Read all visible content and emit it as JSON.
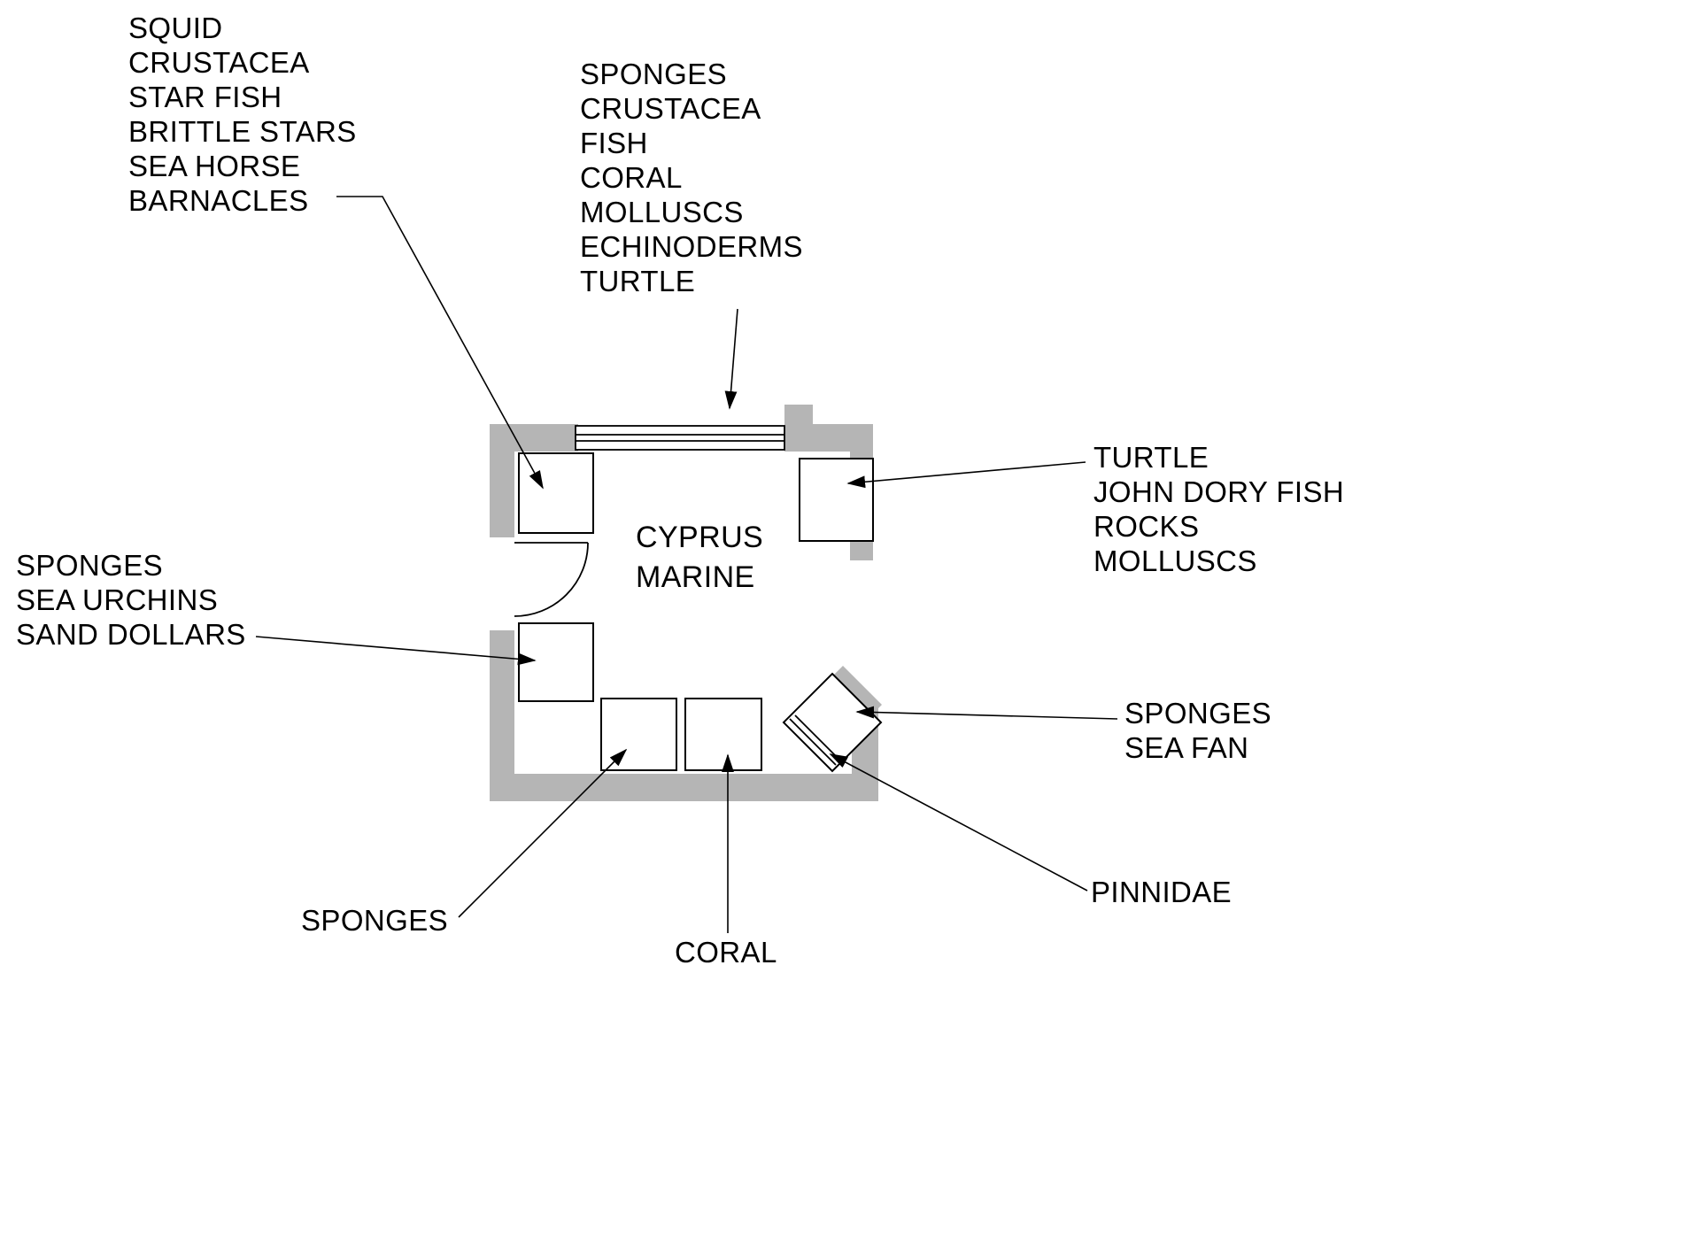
{
  "room_label": [
    "CYPRUS",
    "MARINE"
  ],
  "labels": {
    "upper_left": [
      "SQUID",
      "CRUSTACEA",
      "STAR FISH",
      "BRITTLE STARS",
      "SEA HORSE",
      "BARNACLES"
    ],
    "top_center": [
      "SPONGES",
      "CRUSTACEA",
      "FISH",
      "CORAL",
      "MOLLUSCS",
      "ECHINODERMS",
      "TURTLE"
    ],
    "right_upper": [
      "TURTLE",
      "JOHN DORY FISH",
      "ROCKS",
      "MOLLUSCS"
    ],
    "left_mid": [
      "SPONGES",
      "SEA URCHINS",
      "SAND DOLLARS"
    ],
    "right_lower": [
      "SPONGES",
      "SEA FAN"
    ],
    "pinnidae": [
      "PINNIDAE"
    ],
    "bottom_sponges": [
      "SPONGES"
    ],
    "bottom_coral": [
      "CORAL"
    ]
  },
  "colors": {
    "wall_fill": "#b5b5b5",
    "line": "#000000",
    "text": "#000000",
    "case_fill": "#ffffff"
  }
}
